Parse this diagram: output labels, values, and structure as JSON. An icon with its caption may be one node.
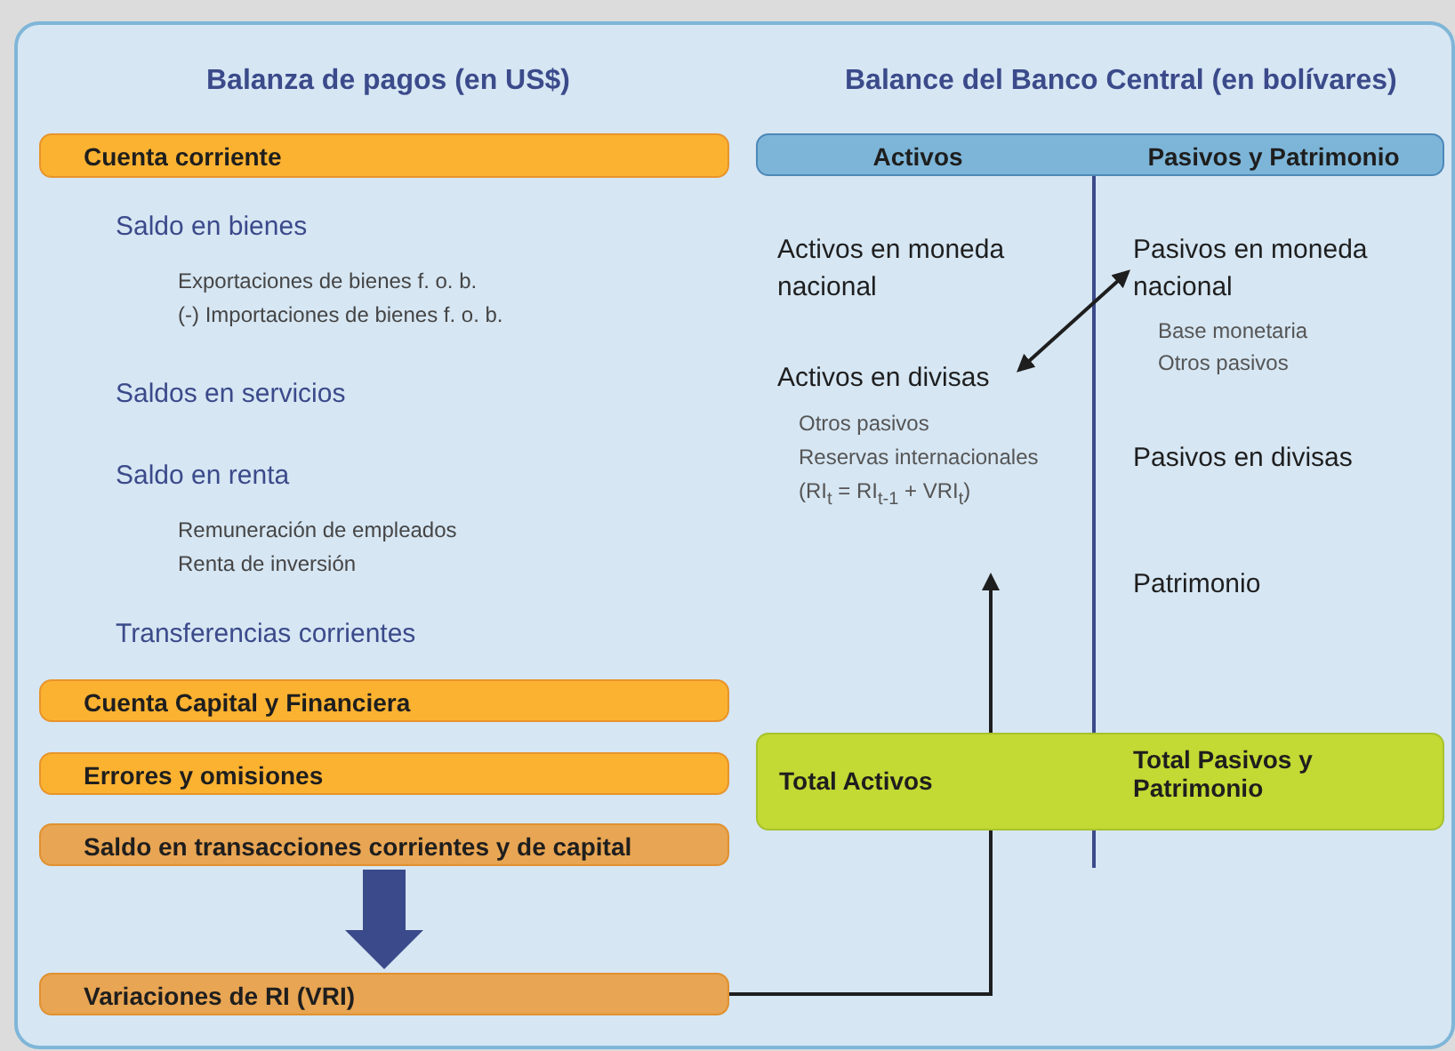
{
  "diagram": {
    "nodes": [
      {
        "text": [
          "Cuenta corriente"
        ]
      },
      {
        "text": [
          "Cuenta Capital y Financiera"
        ]
      },
      {
        "text": [
          "Errores y omisiones"
        ]
      },
      {
        "text": [
          "Saldo en transacciones corrientes y de capital"
        ]
      },
      {
        "text": [
          "Variaciones de RI (VRI)"
        ]
      },
      {
        "text": [
          "Activos",
          "Pasivos y Patrimonio"
        ]
      },
      {
        "text": [
          "Total Activos",
          "Total Pasivos y Patrimonio"
        ]
      },
      {
        "text": [
          "Activos en divisas"
        ]
      },
      {
        "text": [
          "Pasivos en moneda nacional"
        ]
      }
    ],
    "edges": [
      {
        "from": 7,
        "to": 8,
        "arrow": "both"
      },
      {
        "from": 3,
        "to": 4,
        "arrow": "to",
        "style": "thick",
        "color": "#3b4a8a"
      },
      {
        "from": 4,
        "to": null,
        "arrow": "to"
      }
    ],
    "labels": [
      "Balanza de pagos (en US$)",
      "Balance del Banco Central (en bolívares)",
      "Saldo en bienes",
      "Exportaciones de bienes f. o. b.",
      "(-) Importaciones de bienes f. o. b.",
      "Saldos en servicios",
      "Saldo en renta",
      "Remuneración de empleados",
      "Renta de inversión",
      "Transferencias corrientes",
      "Activos en moneda nacional",
      "Otros pasivos",
      "Reservas internacionales",
      "(RI$_{t}$ = RI$_{t-1}$ + VRI$_{t}$)",
      "Base monetaria",
      "Otros pasivos",
      "Pasivos en divisas",
      "Patrimonio"
    ]
  }
}
